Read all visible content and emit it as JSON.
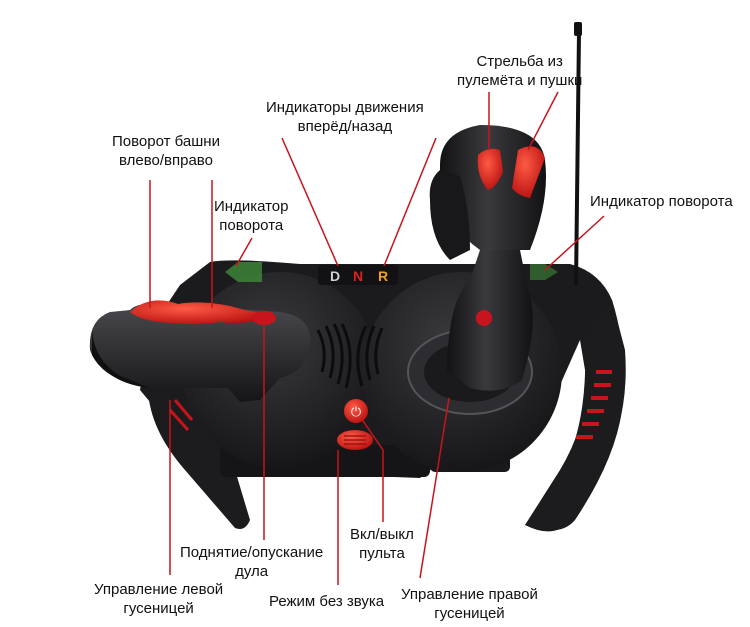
{
  "colors": {
    "leader_line": "#c8141c",
    "body_dark": "#1b1b1d",
    "body_mid": "#2a2a2d",
    "accent_red": "#e0201c",
    "indicator_green": "#3e8a3a",
    "text": "#111111"
  },
  "display": {
    "letters": [
      {
        "text": "D",
        "color": "#d0d0d0"
      },
      {
        "text": "N",
        "color": "#e02020"
      },
      {
        "text": "R",
        "color": "#f0a020"
      }
    ]
  },
  "labels": {
    "turret": [
      "Поворот башни",
      "влево/вправо"
    ],
    "turn_left": [
      "Индикатор",
      "поворота"
    ],
    "move_indicators": [
      "Индикаторы движения",
      "вперёд/назад"
    ],
    "fire": [
      "Стрельба из",
      "пулемёта и пушки"
    ],
    "turn_right": [
      "Индикатор поворота"
    ],
    "barrel": [
      "Поднятие/опускание",
      "дула"
    ],
    "power": [
      "Вкл/выкл",
      "пульта"
    ],
    "left_track": [
      "Управление левой",
      "гусеницей"
    ],
    "mute": [
      "Режим без звука"
    ],
    "right_track": [
      "Управление правой",
      "гусеницей"
    ]
  }
}
